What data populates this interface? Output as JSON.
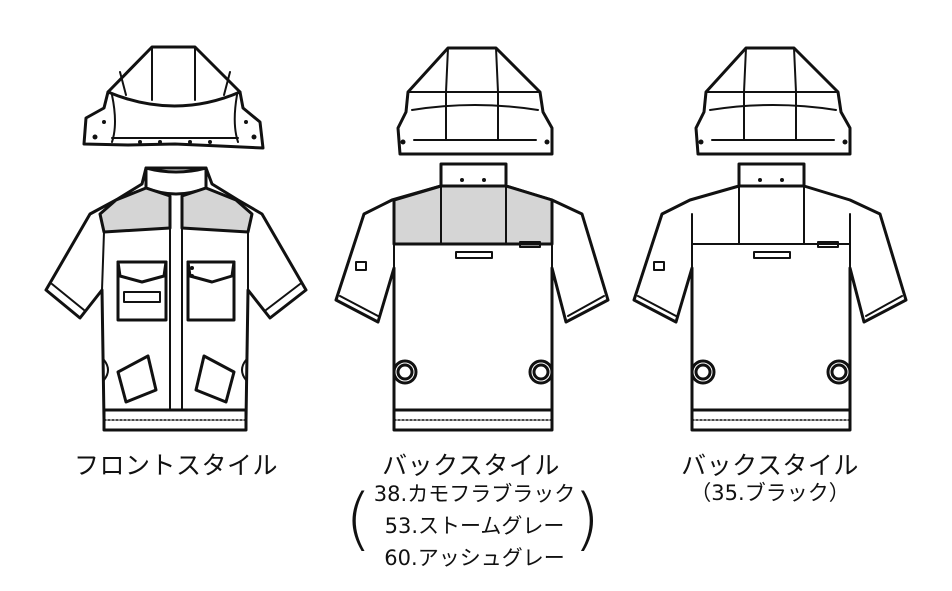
{
  "colors": {
    "outline": "#111111",
    "fill": "#ffffff",
    "yoke_gray": "#d5d5d5"
  },
  "front": {
    "label": "フロントスタイル"
  },
  "back_color": {
    "label": "バックスタイル",
    "variants": [
      "38.カモフラブラック",
      "53.ストームグレー",
      "60.アッシュグレー"
    ]
  },
  "back_black": {
    "label": "バックスタイル",
    "variant": "（35.ブラック）"
  }
}
